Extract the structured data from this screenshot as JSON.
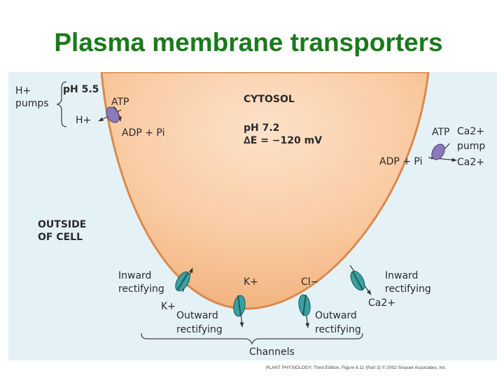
{
  "title": "Plasma membrane transporters",
  "labels": {
    "h_plus_pumps_line1": "H+",
    "h_plus_pumps_line2": "pumps",
    "ph_outside": "pH 5.5",
    "atp_left": "ATP",
    "h_plus_out": "H+",
    "adp_pi_left": "ADP + Pi",
    "cytosol": "CYTOSOL",
    "ph_inside": "pH 7.2",
    "membrane_potential": "∆E = −120 mV",
    "atp_right": "ATP",
    "ca_pump_line1": "Ca2+",
    "ca_pump_line2": "pump",
    "adp_pi_right": "ADP + Pi",
    "ca_out": "Ca2+",
    "outside_line1": "OUTSIDE",
    "outside_line2": "OF CELL",
    "inward_left_line1": "Inward",
    "inward_left_line2": "rectifying",
    "k_plus_in": "K+",
    "k_plus_channel": "K+",
    "outward_left_line1": "Outward",
    "outward_left_line2": "rectifying",
    "cl_minus": "Cl−",
    "outward_right_line1": "Outward",
    "outward_right_line2": "rectifying",
    "inward_right_line1": "Inward",
    "inward_right_line2": "rectifying",
    "ca_channel": "Ca2+",
    "channels": "Channels"
  },
  "credit": "PLANT PHYSIOLOGY, Third Edition, Figure 6.11 (Part 3)  © 2002 Sinauer Associates, Inc.",
  "colors": {
    "title": "#1a7a1a",
    "outside_bg": "#e4f2f8",
    "cytosol_fill": "#f8c49a",
    "pump": "#8c7ab8",
    "channel": "#3aa0a0",
    "text": "#2a2a2a"
  }
}
